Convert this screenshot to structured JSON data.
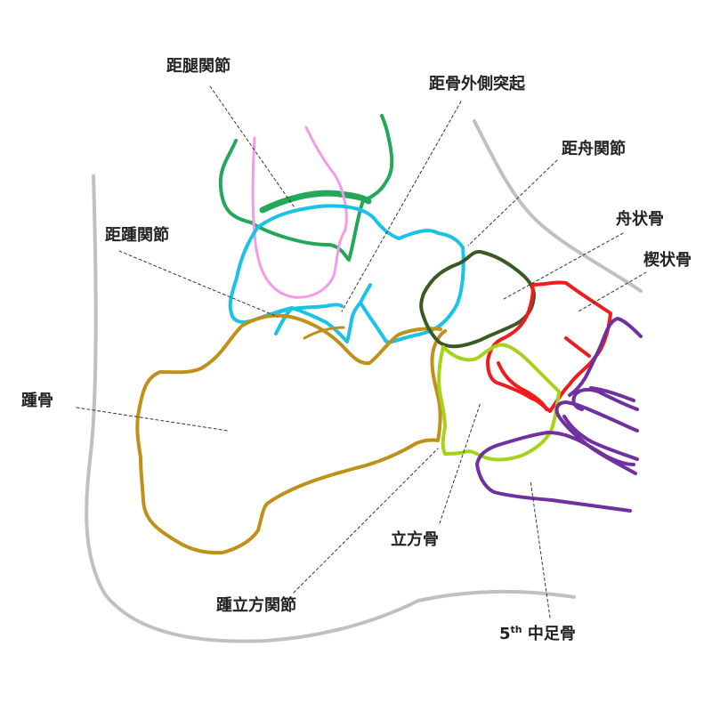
{
  "colors": {
    "skin": "#c0c0c0",
    "tibia": "#22a858",
    "fibula": "#f59ae6",
    "talus": "#19c3e8",
    "calcaneus": "#bf901a",
    "navicular": "#3a5a24",
    "cuneiform": "#ee1c1c",
    "cuboid": "#a6d21c",
    "metatarsal": "#7030a0",
    "leader": "#333333"
  },
  "labels": {
    "talocrural_joint": "距腿関節",
    "lateral_process_talus": "距骨外側突起",
    "talonavicular_joint": "距舟関節",
    "subtalar_joint": "距踵関節",
    "navicular": "舟状骨",
    "cuneiform": "楔状骨",
    "calcaneus": "踵骨",
    "cuboid": "立方骨",
    "calcaneocuboid_joint": "踵立方関節",
    "fifth_metatarsal_prefix": "5",
    "fifth_metatarsal_sup": "th",
    "fifth_metatarsal_suffix": "中足骨"
  }
}
